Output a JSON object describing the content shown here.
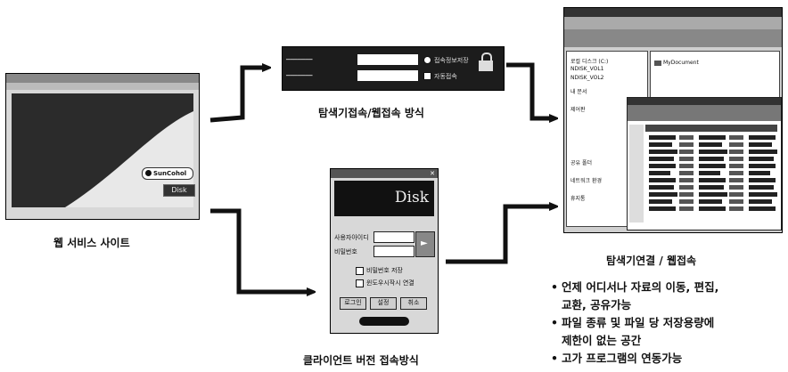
{
  "labels": {
    "web_service": "웹 서비스 사이트",
    "explorer_access": "탐색기접속/웹접속 방식",
    "client_access": "클라이언트 버전 접속방식",
    "explorer_connect": "탐색기연결 / 웹접속"
  },
  "features": [
    "언제 어디서나 자료의 이동, 편집,",
    "교환, 공유가능",
    "파일 종류 및 파일 당 저장용량에",
    "제한이 없는 공간",
    "고가 프로그램의 연동가능"
  ],
  "web_site": {
    "brand": "SunCohol",
    "disk_label": "Disk"
  },
  "login_bar": {
    "checkbox1": "접속정보저장",
    "checkbox2": "자동접속"
  },
  "client_window": {
    "title": "Disk",
    "id_label": "사용자아이디",
    "pw_label": "비밀번호",
    "check1": "비밀번호 저장",
    "check2": "윈도우시작시 연결",
    "btn1": "로그인",
    "btn2": "설정",
    "btn3": "취소"
  },
  "explorer": {
    "tree": [
      "로컬 디스크 (C:)",
      "NDISK_VOL1",
      "NDISK_VOL2",
      "내 문서",
      "제어판",
      "공유 폴더",
      "네트워크 환경",
      "휴지통"
    ],
    "folder_item": "MyDocument"
  }
}
